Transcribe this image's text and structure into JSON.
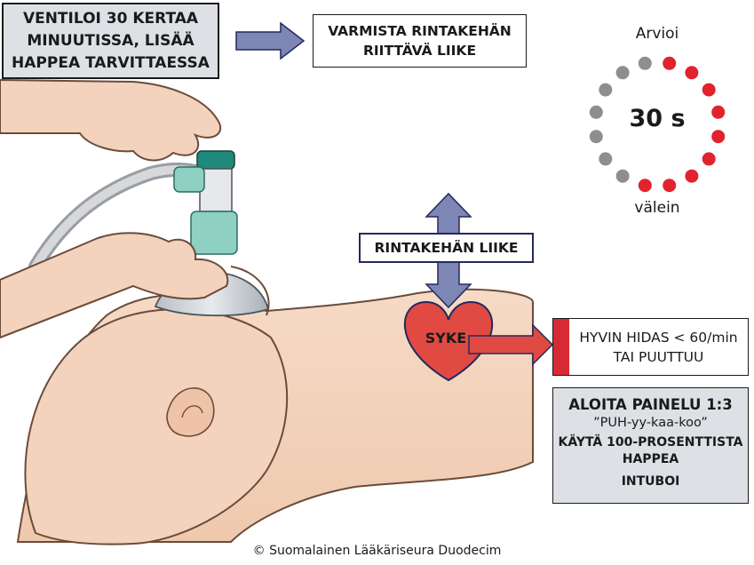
{
  "instructions": {
    "ventiloi_lines": [
      "VENTILOI 30 KERTAA",
      "MINUUTISSA, LISÄÄ",
      "HAPPEA TARVITTAESSA"
    ],
    "varmista_lines": [
      "VARMISTA RINTAKEHÄN",
      "RIITTÄVÄ LIIKE"
    ]
  },
  "timer": {
    "label_top": "Arvioi",
    "value": "30 s",
    "label_bottom": "välein",
    "dots_total": 16,
    "dots_red": 9,
    "colors": {
      "red": "#e0232d",
      "grey": "#8e8e8e"
    }
  },
  "chest_motion": {
    "label": "RINTAKEHÄN LIIKE",
    "arrow_color": "#7d86b4"
  },
  "heart": {
    "label": "SYKE",
    "color": "#e04a43"
  },
  "result": {
    "lines": [
      "HYVIN HIDAS < 60/min",
      "TAI PUUTTUU"
    ],
    "accent_color": "#d62b34"
  },
  "actions": {
    "title": "ALOITA PAINELU 1:3",
    "quote": "”PUH-yy-kaa-koo”",
    "line2": "KÄYTÄ 100-PROSENTTISTA",
    "line3": "HAPPEA",
    "line4": "INTUBOI"
  },
  "footer": {
    "copyright": "© Suomalainen Lääkäriseura Duodecim"
  }
}
